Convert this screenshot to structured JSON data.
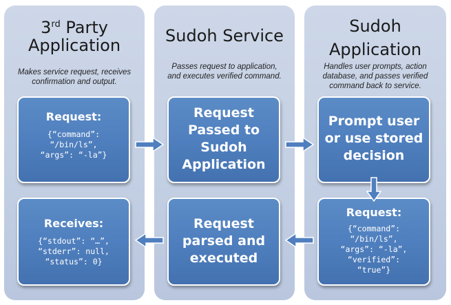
{
  "columns": [
    {
      "title_main": "3",
      "title_sup": "rd",
      "title_rest": " Party",
      "title_line2": "Application",
      "description": [
        "Makes service request, receives",
        "confirmation and output."
      ],
      "top_box": {
        "title": "Request:",
        "code": [
          "{“command”:",
          "“/bin/ls”,",
          "“args”: “-la”}"
        ]
      },
      "bottom_box": {
        "title": "Receives:",
        "code": [
          "{“stdout”: “…”,",
          "“stderr”: null,",
          "“status”: 0}"
        ]
      }
    },
    {
      "title_line1": "Sudoh Service",
      "description": [
        "Passes  request to application,",
        "and executes verified command."
      ],
      "top_box": {
        "lines": [
          "Request",
          "Passed to",
          "Sudoh",
          "Application"
        ]
      },
      "bottom_box": {
        "lines": [
          "Request",
          "parsed and",
          "executed"
        ]
      }
    },
    {
      "title_line1": "Sudoh",
      "title_line2": "Application",
      "description": [
        "Handles user prompts, action",
        "database, and passes verified",
        "command back to service."
      ],
      "top_box": {
        "lines": [
          "Prompt user",
          "or use stored",
          "decision"
        ]
      },
      "bottom_box": {
        "title": "Request:",
        "code": [
          "{“command”:",
          "“/bin/ls”,",
          "“args”: “-la”,",
          "“verified”:",
          "“true”}"
        ]
      }
    }
  ]
}
